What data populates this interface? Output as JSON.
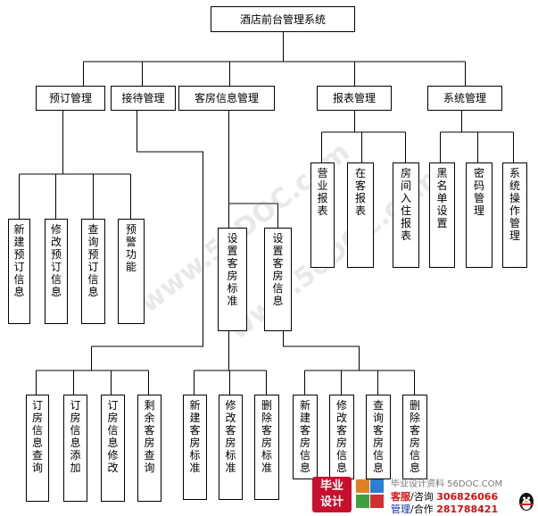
{
  "title": "酒店前台管理系统",
  "modules": {
    "booking": {
      "label": "预订管理",
      "children": [
        "新建预订信息",
        "修改预订信息",
        "查询预订信息",
        "预警功能"
      ]
    },
    "reception": {
      "label": "接待管理",
      "children": [
        "订房信息查询",
        "订房信息添加",
        "订房信息修改",
        "剩余客房查询"
      ]
    },
    "room_info": {
      "label": "客房信息管理",
      "children": [
        "设置客房标准",
        "设置客房信息"
      ],
      "standard_children": [
        "新建客房标准",
        "修改客房标准",
        "删除客房标准"
      ],
      "info_children": [
        "新建客房信息",
        "修改客房信息",
        "查询客房信息",
        "删除客房信息"
      ]
    },
    "reports": {
      "label": "报表管理",
      "children": [
        "营业报表",
        "在客报表",
        "房间入住报表"
      ]
    },
    "system": {
      "label": "系统管理",
      "children": [
        "黑名单设置",
        "密码管理",
        "系统操作管理"
      ]
    }
  },
  "watermark": [
    "www.56DOC.com",
    "www.56DOC.com"
  ],
  "footer": {
    "logo_lines": [
      "毕业",
      "设计"
    ],
    "site": "毕业设计资料 56DOC.COM",
    "service_label": "客服",
    "consult": "/咨询",
    "service_number": "306826066",
    "manage_label": "管理",
    "cooperate": "/合作",
    "manage_number": "281788421"
  }
}
